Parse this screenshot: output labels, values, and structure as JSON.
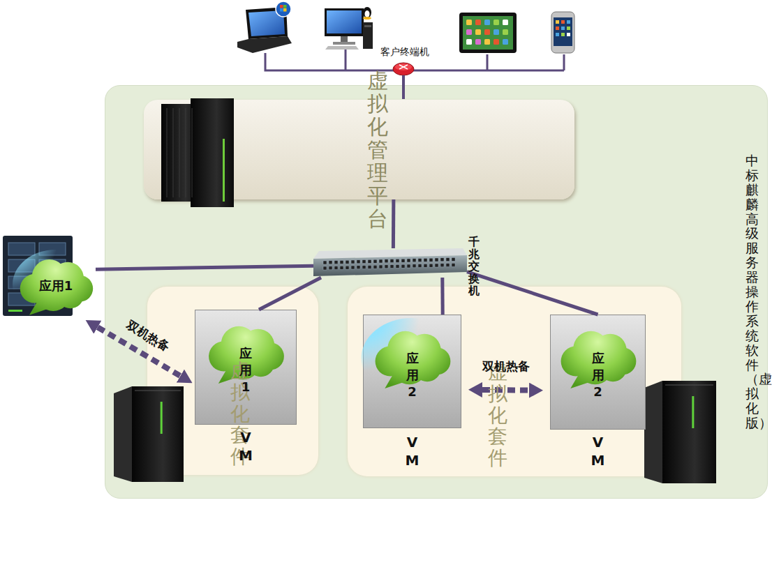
{
  "diagram": {
    "nodes": [
      {
        "text": [
          "中标麒麟高级服务器操作系统软件（虚拟化版）"
        ]
      },
      {
        "text": [
          "虚拟化管理平台"
        ],
        "in": 0
      },
      {
        "text": [
          "千兆交换机"
        ],
        "in": 0
      },
      {
        "text": [
          "应用1"
        ]
      },
      {
        "text": [
          "虚拟化套件"
        ],
        "in": 0
      },
      {
        "text": [
          "应用1",
          "VM"
        ],
        "in": 4
      },
      {
        "text": [
          "虚拟化套件"
        ],
        "in": 0
      },
      {
        "text": [
          "应用2",
          "VM"
        ],
        "in": 6
      },
      {
        "text": [
          "应用2",
          "VM"
        ],
        "in": 6
      }
    ],
    "edges": [
      {
        "from": 2,
        "to": 1,
        "arrow": "none"
      },
      {
        "from": 2,
        "to": 3,
        "arrow": "none"
      },
      {
        "from": 2,
        "to": 5,
        "arrow": "none"
      },
      {
        "from": 2,
        "to": 7,
        "arrow": "none"
      },
      {
        "from": 2,
        "to": 8,
        "arrow": "none"
      },
      {
        "from": 3,
        "to": 5,
        "label": "双机热备",
        "arrow": "both"
      },
      {
        "from": 7,
        "to": 8,
        "label": "双机热备",
        "arrow": "both"
      }
    ],
    "labels": [
      "客户终端机"
    ]
  }
}
